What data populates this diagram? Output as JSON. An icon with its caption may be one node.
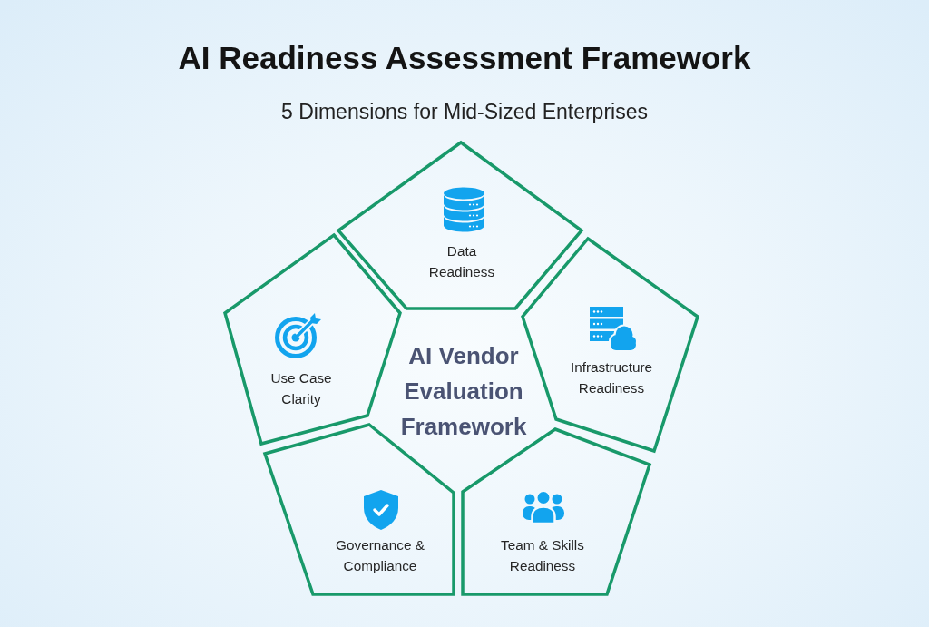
{
  "diagram": {
    "title": "AI Readiness Assessment Framework",
    "nodes": [
      {
        "text": [
          "Data Readiness"
        ]
      },
      {
        "text": [
          "Use Case Clarity"
        ]
      },
      {
        "text": [
          "AI Vendor Evaluation Framework"
        ]
      },
      {
        "text": [
          "Infrastructure Readiness"
        ]
      },
      {
        "text": [
          "Governance & Compliance"
        ]
      },
      {
        "text": [
          "Team & Skills Readiness"
        ]
      }
    ],
    "labels": [
      "5 Dimensions for Mid-Sized Enterprises"
    ]
  }
}
